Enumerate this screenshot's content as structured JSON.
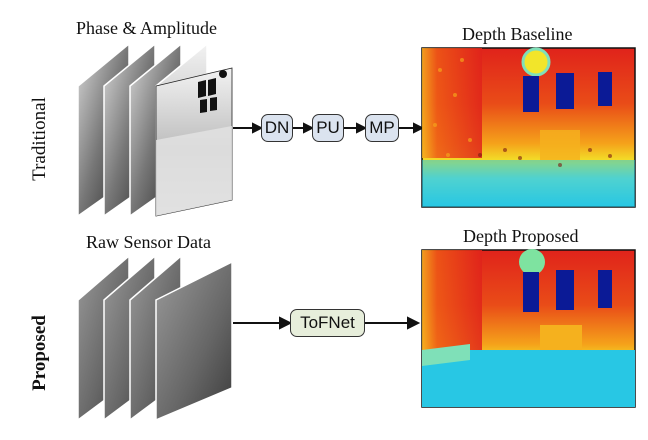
{
  "titles": {
    "phase_amplitude": "Phase & Amplitude",
    "depth_baseline": "Depth Baseline",
    "raw_sensor": "Raw Sensor Data",
    "depth_proposed": "Depth Proposed"
  },
  "rows": {
    "traditional": "Traditional",
    "proposed": "Proposed"
  },
  "pipeline": {
    "dn": "DN",
    "pu": "PU",
    "mp": "MP",
    "tofnet": "ToFNet"
  },
  "colors": {
    "box_blue": "#dbe3ef",
    "box_green": "#e7eedb",
    "depth_red": "#e0231b",
    "depth_orange": "#f5a21a",
    "depth_yellow": "#f2e52a",
    "depth_cyan": "#28c7e4",
    "window_blue": "#0b1a96"
  }
}
